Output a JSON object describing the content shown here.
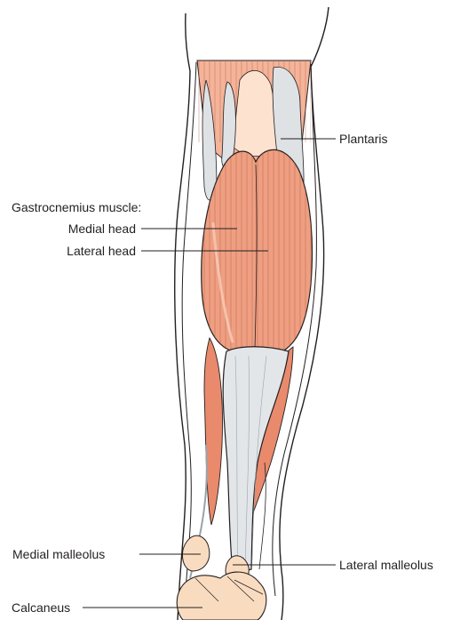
{
  "labels": {
    "plantaris": "Plantaris",
    "gastrocnemius": "Gastrocnemius muscle:",
    "medial_head": "Medial head",
    "lateral_head": "Lateral head",
    "medial_malleolus": "Medial malleolus",
    "lateral_malleolus": "Lateral malleolus",
    "calcaneus": "Calcaneus"
  },
  "colors": {
    "muscle": "#ee9f82",
    "muscle_dark": "#d5644a",
    "tendon": "#e0e3e6",
    "bone": "#f9dcc0",
    "outline": "#231f20"
  }
}
